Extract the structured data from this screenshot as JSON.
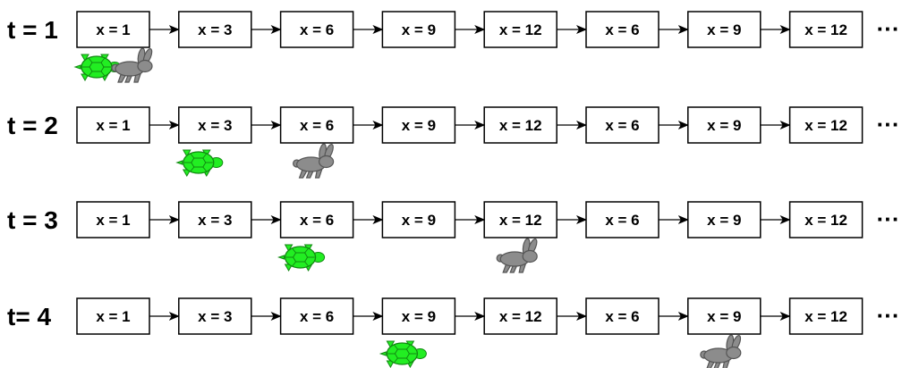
{
  "rows": [
    {
      "label": "t = 1",
      "nodes": [
        "x = 1",
        "x = 3",
        "x = 6",
        "x = 9",
        "x = 12",
        "x = 6",
        "x = 9",
        "x = 12"
      ],
      "continuation": "···",
      "tortoise_index": 0,
      "hare_index": 0
    },
    {
      "label": "t = 2",
      "nodes": [
        "x = 1",
        "x = 3",
        "x = 6",
        "x = 9",
        "x = 12",
        "x = 6",
        "x = 9",
        "x = 12"
      ],
      "continuation": "···",
      "tortoise_index": 1,
      "hare_index": 2
    },
    {
      "label": "t = 3",
      "nodes": [
        "x = 1",
        "x = 3",
        "x = 6",
        "x = 9",
        "x = 12",
        "x = 6",
        "x = 9",
        "x = 12"
      ],
      "continuation": "···",
      "tortoise_index": 2,
      "hare_index": 4
    },
    {
      "label": "t= 4",
      "nodes": [
        "x = 1",
        "x = 3",
        "x = 6",
        "x = 9",
        "x = 12",
        "x = 6",
        "x = 9",
        "x = 12"
      ],
      "continuation": "···",
      "tortoise_index": 3,
      "hare_index": 6
    }
  ],
  "icons": {
    "tortoise": "tortoise-icon",
    "hare": "hare-icon"
  },
  "colors": {
    "tortoise_fill": "#22ee22",
    "tortoise_stroke": "#118811",
    "hare_fill": "#8c8c8c",
    "hare_stroke": "#555555",
    "box_stroke": "#000000"
  }
}
